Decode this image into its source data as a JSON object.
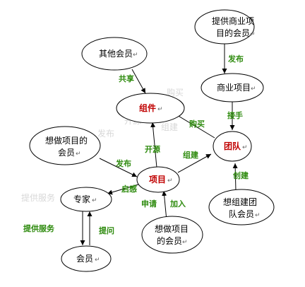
{
  "diagram": {
    "nodes": {
      "commercial_member": {
        "lines": [
          "提供商业项",
          "目的会员"
        ],
        "core": false
      },
      "other_member": {
        "lines": [
          "其他会员"
        ],
        "core": false
      },
      "business_project": {
        "lines": [
          "商业项目"
        ],
        "core": false
      },
      "component": {
        "lines": [
          "组件"
        ],
        "core": true
      },
      "team": {
        "lines": [
          "团队"
        ],
        "core": true
      },
      "want_project_member_left": {
        "lines": [
          "想做项目的",
          "会员"
        ],
        "core": false
      },
      "project": {
        "lines": [
          "项目"
        ],
        "core": true
      },
      "expert": {
        "lines": [
          "专家"
        ],
        "core": false
      },
      "team_founder_member": {
        "lines": [
          "想组建团",
          "队会员"
        ],
        "core": false
      },
      "want_project_member_bottom": {
        "lines": [
          "想做项目",
          "的会员"
        ],
        "core": false
      },
      "member": {
        "lines": [
          "会员"
        ],
        "core": false
      }
    },
    "edges": {
      "publish_top": "发布",
      "share": "共享",
      "take_over": "接手",
      "buy": "购买",
      "open_source": "开源",
      "form": "组建",
      "publish_left": "发布",
      "create": "创建",
      "inspire": "启感",
      "apply": "申请",
      "join": "加入",
      "provide_service": "提供服务",
      "ask": "提问"
    },
    "paragraph_mark": "↵",
    "watermarks": [
      "购买",
      "开源",
      "组建",
      "发布",
      "提供服务"
    ]
  },
  "colors": {
    "edge_label": "#2e8b0e",
    "core_label": "#c00000",
    "stroke": "#000000",
    "watermark": "#d8d8d8"
  }
}
